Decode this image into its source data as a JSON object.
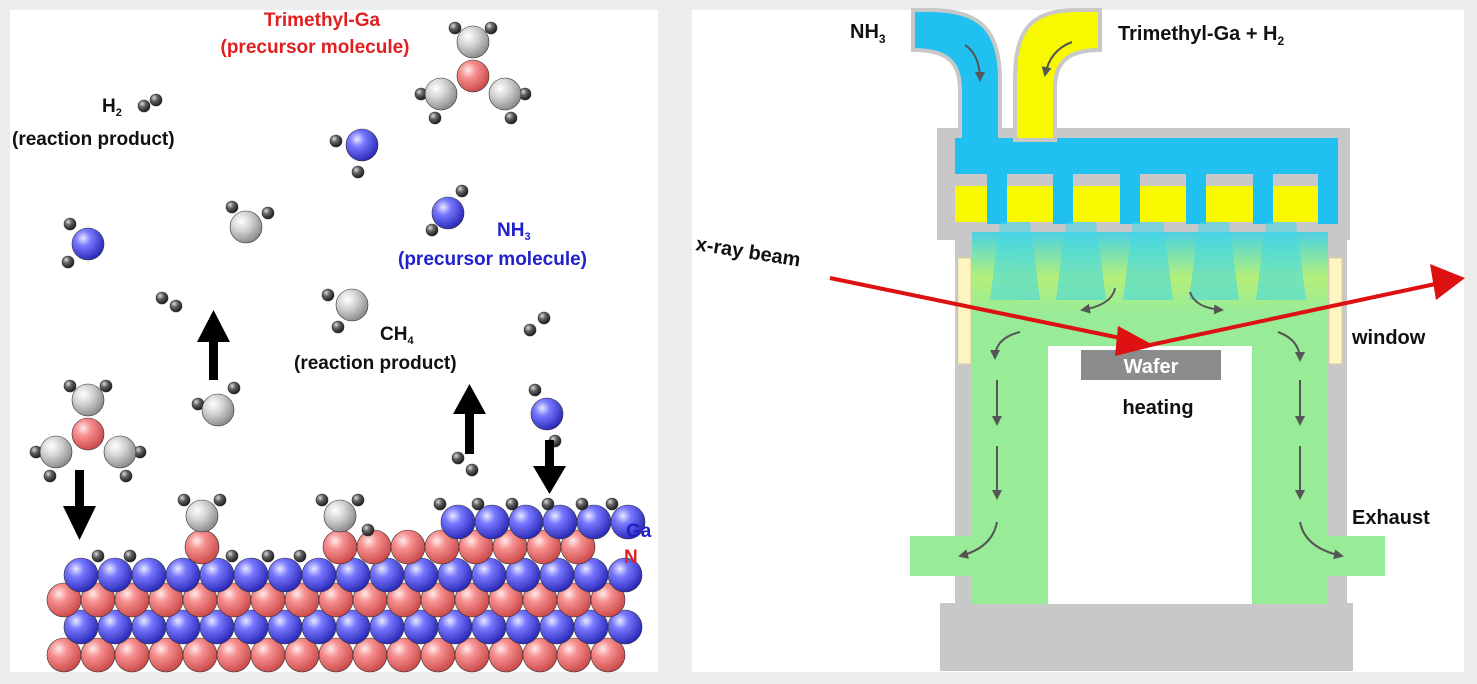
{
  "left_panel": {
    "tmga_label": "Trimethyl-Ga",
    "tmga_sub": "(precursor molecule)",
    "h2_label": "H",
    "h2_sub_digit": "2",
    "h2_sub": "(reaction product)",
    "nh3_label": "NH",
    "nh3_sub_digit": "3",
    "nh3_sub": "(precursor molecule)",
    "ch4_label": "CH",
    "ch4_sub_digit": "4",
    "ch4_sub": "(reaction product)",
    "ga_label": "Ga",
    "n_label": "N"
  },
  "right_panel": {
    "nh3_label": "NH",
    "nh3_sub_digit": "3",
    "tmga_label": "Trimethyl-Ga + H",
    "tmga_sub_digit": "2",
    "xray_label": "x-ray beam",
    "window_label": "window",
    "wafer_label": "Wafer",
    "heating_label": "heating",
    "exhaust_label": "Exhaust"
  },
  "colors": {
    "ga_atom": "#4a4ae6",
    "n_atom": "#f07878",
    "h_atom": "#555555",
    "c_atom": "#c8c8c8",
    "tmga_text": "#e02020",
    "nh3_text": "#2020cc",
    "nh3_gas": "#20c0f0",
    "tmga_gas": "#f8f800",
    "green_gas": "#98ec98",
    "reactor_wall": "#c8c8c8",
    "xray": "#dd1111"
  }
}
